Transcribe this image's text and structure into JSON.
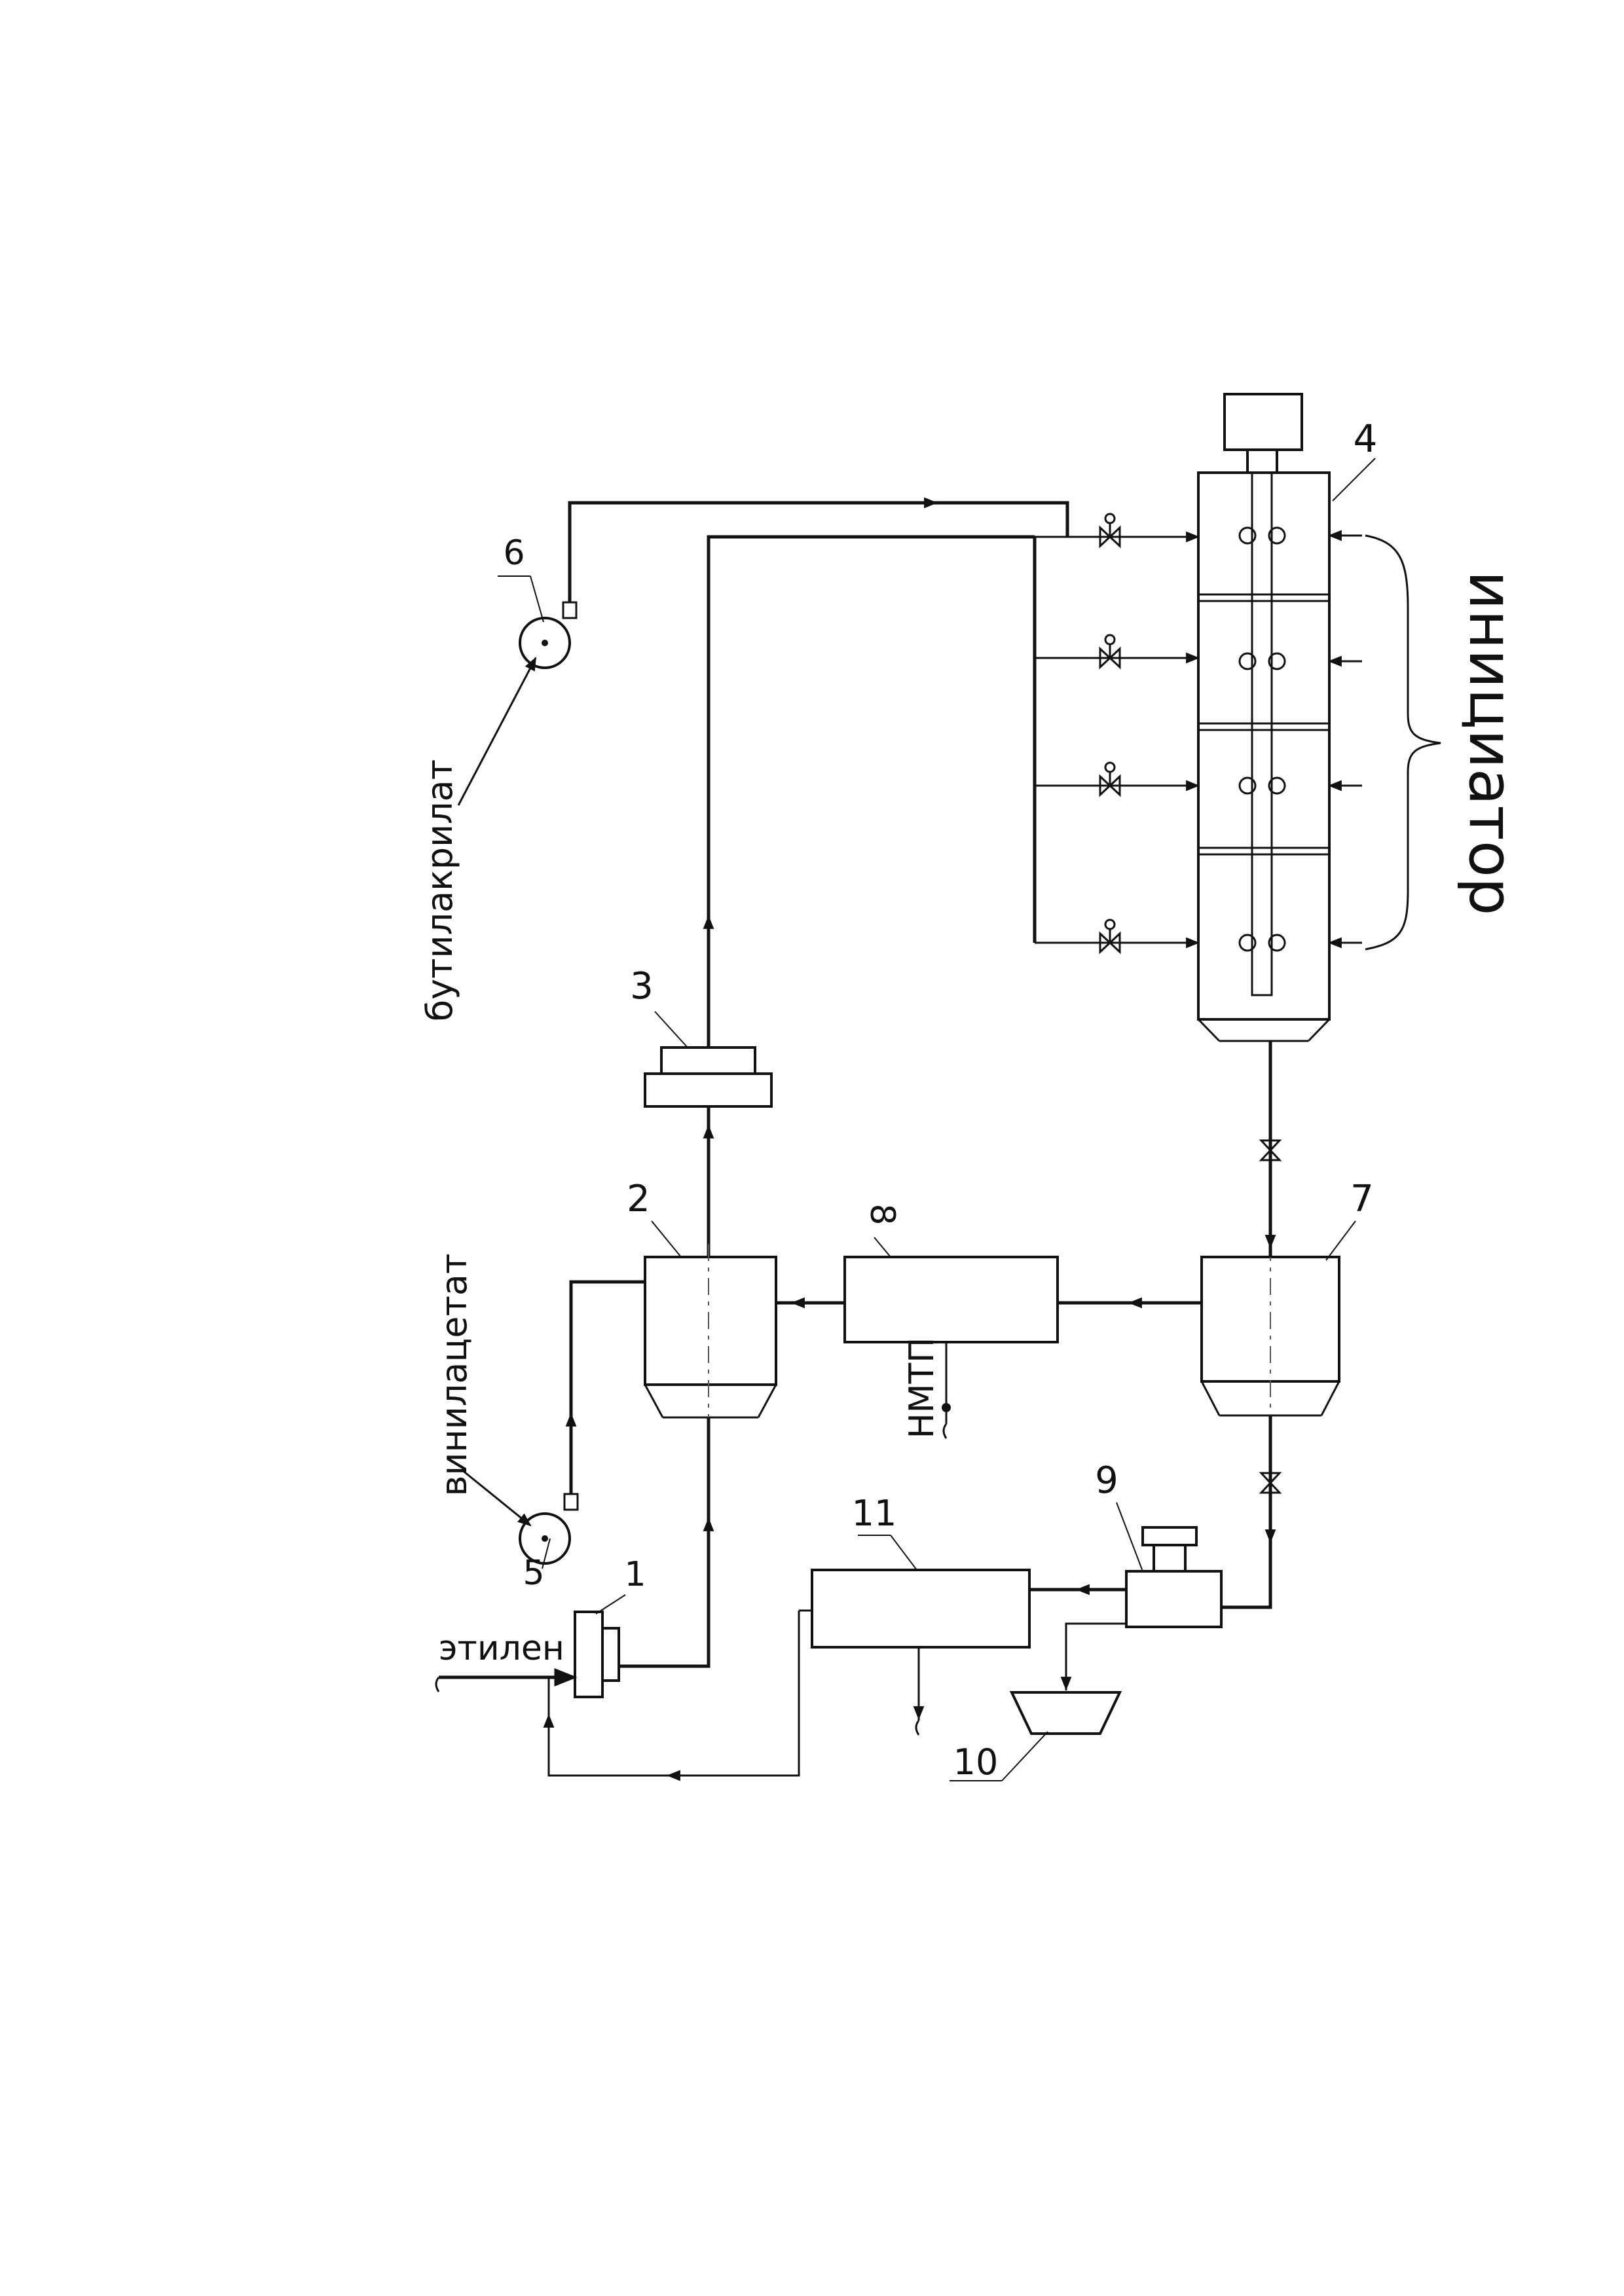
{
  "diagram": {
    "type": "process-flow-schematic",
    "orientation": "rotated-90-clockwise",
    "stream_labels": {
      "ethylene": "этилен",
      "vinyl_acetate": "винилацетат",
      "butyl_acrylate": "бутилакрилат",
      "initiator": "инициатор",
      "lmwp": "НМТП"
    },
    "equipment_numbers": {
      "compressor_1": "1",
      "mixer_2": "2",
      "compressor_3": "3",
      "reactor_4": "4",
      "pump_5": "5",
      "pump_6": "6",
      "separator_7": "7",
      "separator_8": "8",
      "extruder_9": "9",
      "hopper_10": "10",
      "separator_11": "11"
    },
    "initiator_injection_points": 4,
    "reactor_zones": 4
  }
}
